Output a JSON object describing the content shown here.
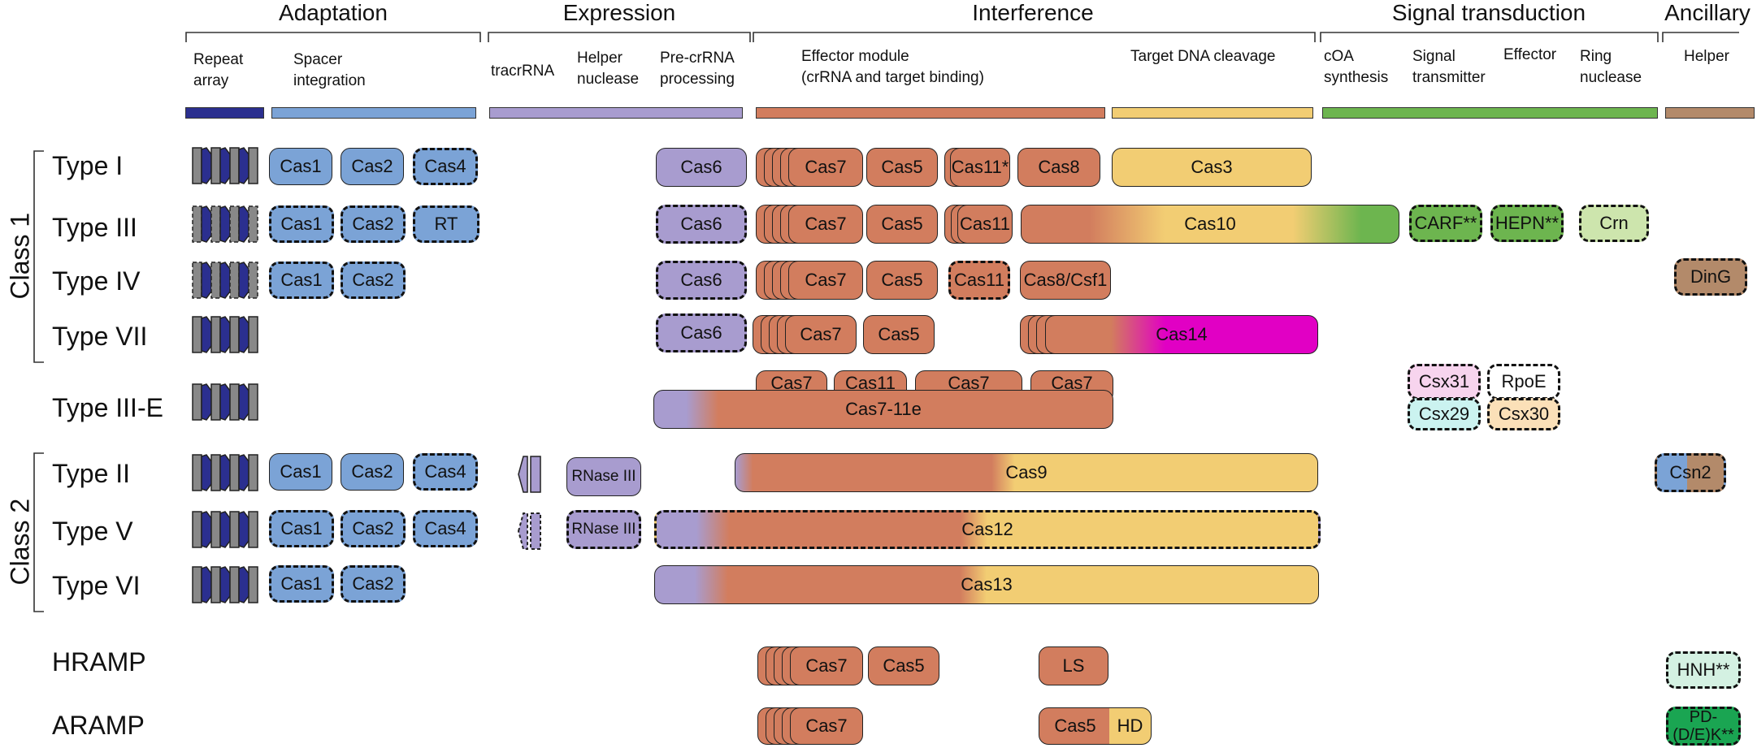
{
  "categories": {
    "adaptation": "Adaptation",
    "expression": "Expression",
    "interference": "Interference",
    "signal_transduction": "Signal transduction",
    "ancillary": "Ancillary"
  },
  "subcategories": {
    "repeat_array": "Repeat\narray",
    "spacer_integration": "Spacer\nintegration",
    "tracrrna": "tracrRNA",
    "helper_nuclease": "Helper\nnuclease",
    "pre_crrna_processing": "Pre-crRNA\nprocessing",
    "effector_module": "Effector module\n(crRNA and target binding)",
    "target_dna_cleavage": "Target DNA cleavage",
    "coa_synthesis": "cOA\nsynthesis",
    "signal_transmitter": "Signal\ntransmitter",
    "effector": "Effector",
    "ring_nuclease": "Ring\nnuclease",
    "helper": "Helper"
  },
  "classes": {
    "class1": "Class 1",
    "class2": "Class 2"
  },
  "rows": {
    "type1": "Type I",
    "type3": "Type III",
    "type4": "Type IV",
    "type7": "Type VII",
    "type3e": "Type III-E",
    "type2": "Type II",
    "type5": "Type V",
    "type6": "Type VI",
    "hramp": "HRAMP",
    "aramp": "ARAMP"
  },
  "proteins": {
    "cas1": "Cas1",
    "cas2": "Cas2",
    "cas4": "Cas4",
    "rt": "RT",
    "cas6": "Cas6",
    "cas7": "Cas7",
    "cas5": "Cas5",
    "cas11_star": "Cas11*",
    "cas11": "Cas11",
    "cas8": "Cas8",
    "cas3": "Cas3",
    "cas10": "Cas10",
    "carf": "CARF**",
    "hepn": "HEPN**",
    "crn": "Crn",
    "cas8_csf1": "Cas8/Csf1",
    "ding": "DinG",
    "cas14": "Cas14",
    "cas7_11e": "Cas7-11e",
    "csx31": "Csx31",
    "rpoe": "RpoE",
    "csx29": "Csx29",
    "csx30": "Csx30",
    "rnase3": "RNase III",
    "cas9": "Cas9",
    "csn2": "Csn2",
    "cas12": "Cas12",
    "cas13": "Cas13",
    "ls": "LS",
    "hnh": "HNH**",
    "hd": "HD",
    "pddek": "PD-\n(D/E)K**"
  },
  "colors": {
    "adaptation_blue": "#7ba3d6",
    "expression_purple": "#a89ccf",
    "effector_orange": "#d27d5e",
    "cleavage_yellow": "#f2cd73",
    "signal_green": "#6db54f",
    "ancillary_brown": "#b38a6a",
    "repeat_navy": "#2b2f8f",
    "cas14_magenta": "#e100c4"
  }
}
